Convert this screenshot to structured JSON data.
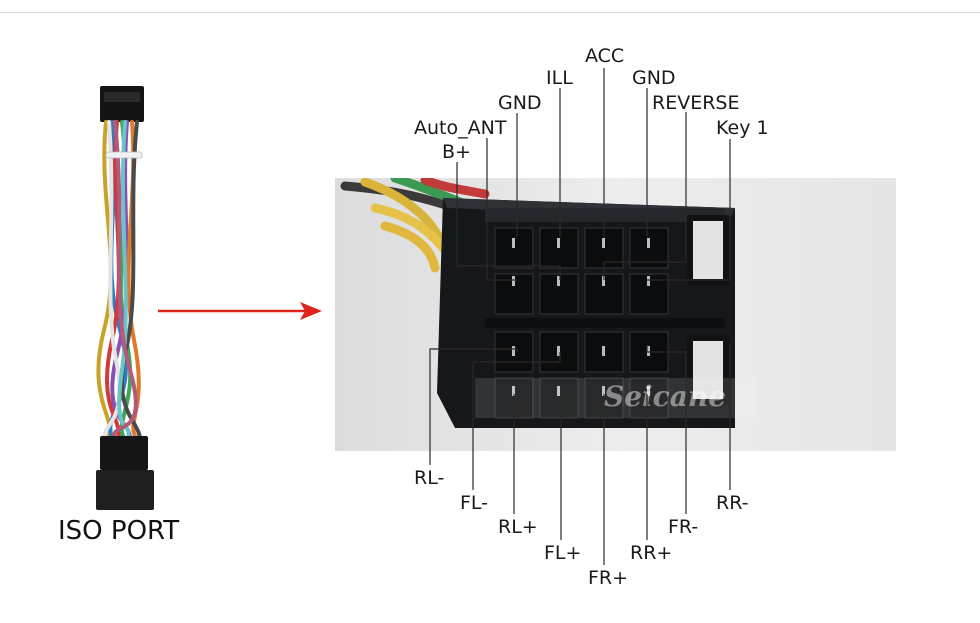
{
  "caption": "ISO PORT",
  "watermark": "Seicane",
  "colors": {
    "arrow": "#e0231b",
    "leader": "#2a2a2a",
    "connector": "#1b1d20",
    "photo_bg": "#e9e9ea"
  },
  "pins_top": {
    "acc": "ACC",
    "ill": "ILL",
    "gnd_right": "GND",
    "gnd_left": "GND",
    "reverse": "REVERSE",
    "auto_ant": "Auto_ANT",
    "key1": "Key 1",
    "b_plus": "B+"
  },
  "pins_bottom": {
    "rl_minus": "RL-",
    "fl_minus": "FL-",
    "rl_plus": "RL+",
    "fl_plus": "FL+",
    "fr_plus": "FR+",
    "rr_plus": "RR+",
    "fr_minus": "FR-",
    "rr_minus": "RR-"
  }
}
